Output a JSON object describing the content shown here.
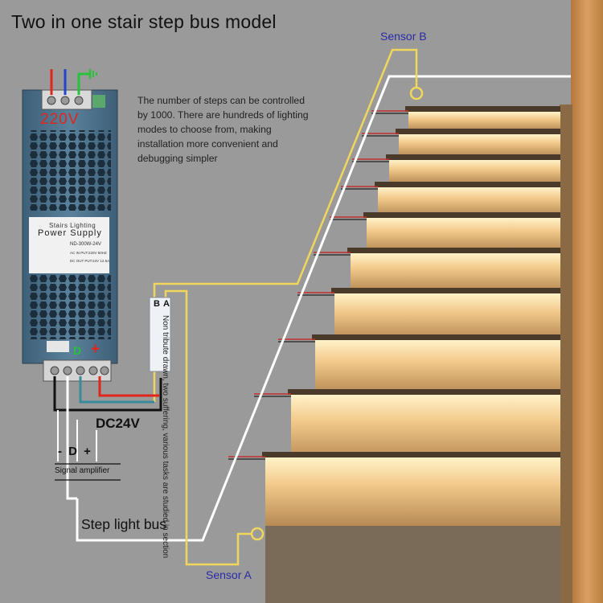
{
  "title": "Two in one stair step bus model",
  "description": "The number of steps can be controlled by 1000. There are hundreds of lighting modes to choose from, making installation more convenient and debugging simpler",
  "power_supply": {
    "voltage_in": "220V",
    "label_line1": "Stairs Lighting",
    "label_line2": "Power Supply",
    "model": "ND-300W-24V",
    "ac_in": "AC IN PUT:220V 50HZ",
    "dc_out": "DC OUT PUT:24V 12.5A",
    "pin_d": "D",
    "pin_plus": "+"
  },
  "dc_label": "DC24V",
  "signal_amplifier": {
    "pins": "- D +",
    "label": "Signal amplifier"
  },
  "bus_label": "Step light bus",
  "sensor_a": "Sensor A",
  "sensor_b": "Sensor B",
  "connector": {
    "pins": "BA",
    "note": "Non tribute drawn, two suffering, various tasks are studied in section"
  },
  "colors": {
    "background": "#9a9a9a",
    "wall_wood": "#c98c4c",
    "step_glow": "#f3c882",
    "psu_blue": "#4a6f8a",
    "wire_yellow": "#f0d65a",
    "wire_white": "#ffffff",
    "wire_red": "#e0261c",
    "wire_green": "#26c23a",
    "wire_blue": "#2244cc",
    "sensor_text": "#2a2aa8"
  }
}
